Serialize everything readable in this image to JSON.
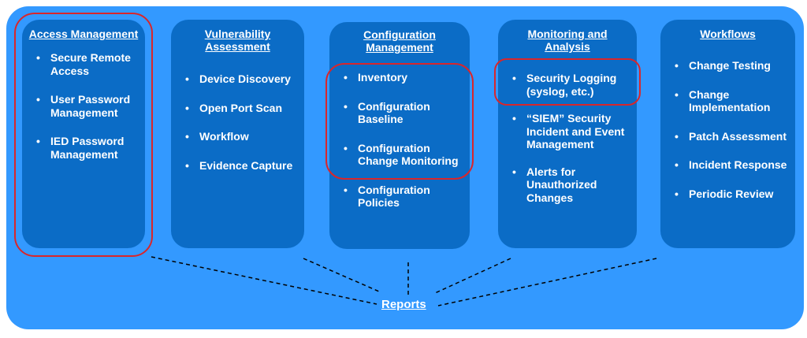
{
  "columns": [
    {
      "title": "Access Management",
      "items": [
        "Secure Remote Access",
        "User Password Management",
        "IED Password Management"
      ]
    },
    {
      "title": "Vulnerability Assessment",
      "items": [
        "Device Discovery",
        "Open Port Scan",
        "Workflow",
        "Evidence Capture"
      ]
    },
    {
      "title": "Configuration Management",
      "items": [
        "Inventory",
        "Configuration Baseline",
        "Configuration Change Monitoring",
        "Configuration Policies"
      ]
    },
    {
      "title": "Monitoring and Analysis",
      "items": [
        "Security Logging (syslog, etc.)",
        "“SIEM” Security Incident and Event Management",
        "Alerts for Unauthorized Changes"
      ]
    },
    {
      "title": "Workflows",
      "items": [
        "Change Testing",
        "Change Implementation",
        "Patch Assessment",
        "Incident Response",
        "Periodic Review"
      ]
    }
  ],
  "reports_label": "Reports",
  "colors": {
    "background": "#3399ff",
    "column": "#0b6cc6",
    "highlight": "#d9262b",
    "text": "#ffffff"
  }
}
